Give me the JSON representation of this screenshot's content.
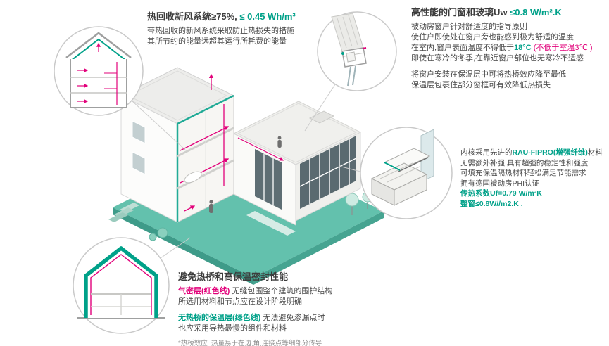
{
  "colors": {
    "accent_green": "#00A189",
    "accent_magenta": "#E2007A",
    "text_dark": "#3C3C3C",
    "ground_teal": "#63C1AD"
  },
  "hrv": {
    "title_main": "热回收新风系统≥75%,",
    "title_value": " ≤ 0.45 Wh/m³",
    "line1": "带热回收的新风系统采取防止热损失的措施",
    "line2": "其所节约的能量远超其运行所耗费的能量"
  },
  "windows": {
    "title_main": "高性能的门窗和玻璃Uw",
    "title_value": " ≤0.8 W/m².K",
    "p1_line1": "被动房窗户针对舒适度的指导原则",
    "p1_line2": "使住户即使处在窗户旁也能感到极为舒适的温度",
    "p1_line3_a": "在室内,窗户表面温度不得低于",
    "p1_line3_b": "18°C",
    "p1_line3_c": " (不低于室温3℃ )",
    "p1_line4": "即使在寒冷的冬季,在靠近窗户部位也无寒冷不适感",
    "p2_line1": "将窗户安装在保温层中可将热桥效应降至最低",
    "p2_line2": "保温层包裹住部分窗框可有效降低热损失"
  },
  "profile": {
    "line1_a": "内核采用先进的",
    "line1_b": "RAU-FIPRO(增强纤维)",
    "line1_c": "材料",
    "line2": "无需额外补强,具有超强的稳定性和强度",
    "line3": "可填充保温隔热材料轻松满足节能需求",
    "line4": "拥有德国被动房PHI认证",
    "line5": "传热系数Uf=0.79 W/m²K",
    "line6": "整窗≤0.8W//m2.K ."
  },
  "thermal": {
    "title": "避免热桥和高保温密封性能",
    "p1_line1_a": "气密层(红色线)",
    "p1_line1_b": " 无缝包围整个建筑的围护结构",
    "p1_line2": "所选用材料和节点应在设计阶段明确",
    "p2_line1_a": "无热桥的保温层(绿色线)",
    "p2_line1_b": " 无法避免渗漏点时",
    "p2_line2": "也应采用导热最慢的组件和材料",
    "note": "*热桥效应: 热量易于在边,角,连接点等细部分传导"
  }
}
